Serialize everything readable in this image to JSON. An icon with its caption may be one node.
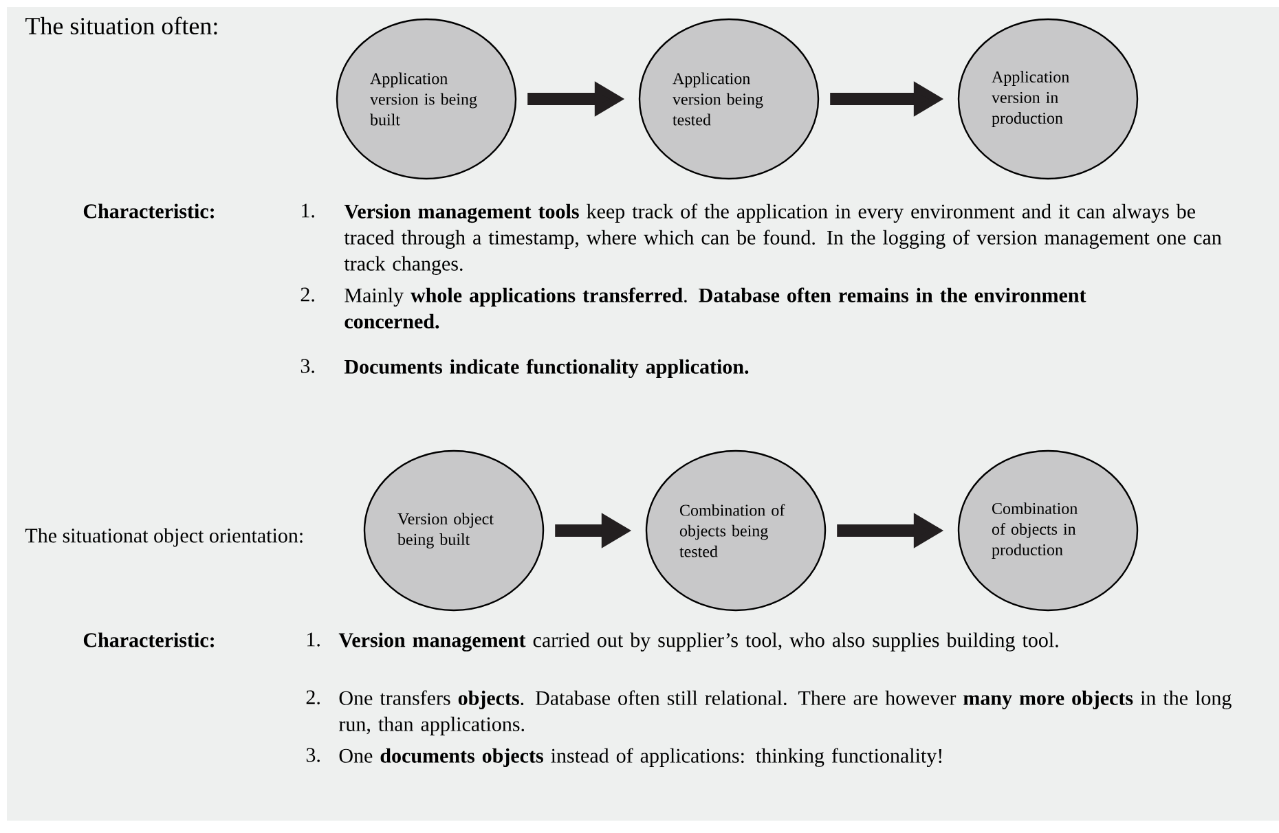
{
  "diagram": {
    "nodes": [
      {
        "text": [
          "Application version is being built"
        ]
      },
      {
        "text": [
          "Application version being tested"
        ]
      },
      {
        "text": [
          "Application version in production"
        ]
      },
      {
        "text": [
          "Version object being built"
        ]
      },
      {
        "text": [
          "Combination of objects being tested"
        ]
      },
      {
        "text": [
          "Combination of objects in production"
        ]
      }
    ],
    "edges": [
      {
        "from": 0,
        "to": 1,
        "arrow": "to"
      },
      {
        "from": 1,
        "to": 2,
        "arrow": "to"
      },
      {
        "from": 3,
        "to": 4,
        "arrow": "to"
      },
      {
        "from": 4,
        "to": 5,
        "arrow": "to"
      }
    ],
    "labels": [
      "The situation often:",
      "Characteristic:",
      "1.",
      "**Version management tools** keep track of the application in every environment and it can always be traced through a timestamp, where which can be found. In the logging of version management one can track changes.",
      "2.",
      "Mainly **whole applications transferred**. **Database often remains in the environment concerned.**",
      "3.",
      "**Documents indicate functionality application.**",
      "The situationat object orientation:",
      "Characteristic:",
      "1.",
      "**Version management** carried out by supplier’s tool, who also supplies building tool.",
      "2.",
      "One transfers **objects**. Database often still relational. There are however **many more objects** in the long run, than applications.",
      "3.",
      "One **documents objects** instead of applications: thinking functionality!"
    ]
  }
}
